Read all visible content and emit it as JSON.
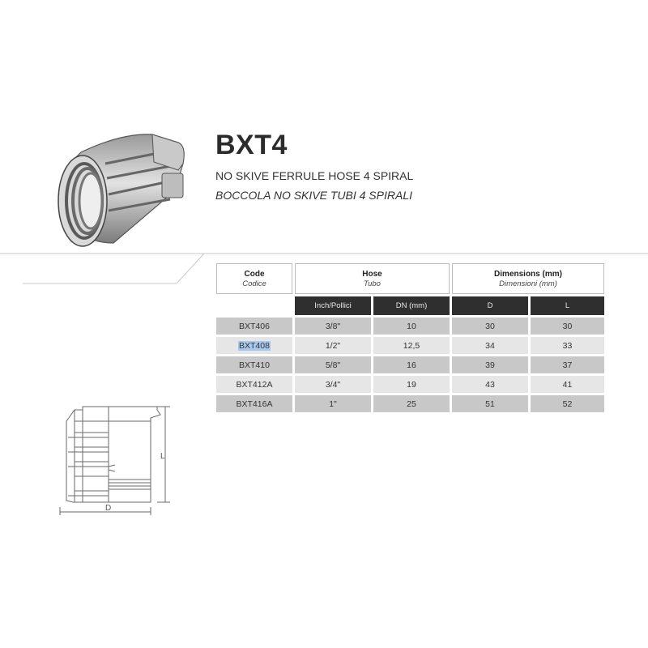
{
  "product": {
    "code": "BXT4",
    "name_en": "NO SKIVE FERRULE HOSE 4 SPIRAL",
    "name_it": "BOCCOLA NO SKIVE TUBI 4 SPIRALI"
  },
  "table": {
    "groups": [
      {
        "label": "Code",
        "sublabel": "Codice"
      },
      {
        "label": "Hose",
        "sublabel": "Tubo"
      },
      {
        "label": "Dimensions (mm)",
        "sublabel": "Dimensioni (mm)"
      }
    ],
    "columns": [
      "Inch/Pollici",
      "DN (mm)",
      "D",
      "L"
    ],
    "rows": [
      {
        "code": "BXT406",
        "inch": "3/8\"",
        "dn": "10",
        "d": "30",
        "l": "30"
      },
      {
        "code": "BXT408",
        "inch": "1/2\"",
        "dn": "12,5",
        "d": "34",
        "l": "33"
      },
      {
        "code": "BXT410",
        "inch": "5/8\"",
        "dn": "16",
        "d": "39",
        "l": "37"
      },
      {
        "code": "BXT412A",
        "inch": "3/4\"",
        "dn": "19",
        "d": "43",
        "l": "41"
      },
      {
        "code": "BXT416A",
        "inch": "1\"",
        "dn": "25",
        "d": "51",
        "l": "52"
      }
    ],
    "highlight_color": "#a9c8ee"
  },
  "drawing": {
    "label_d": "D",
    "label_l": "L"
  }
}
